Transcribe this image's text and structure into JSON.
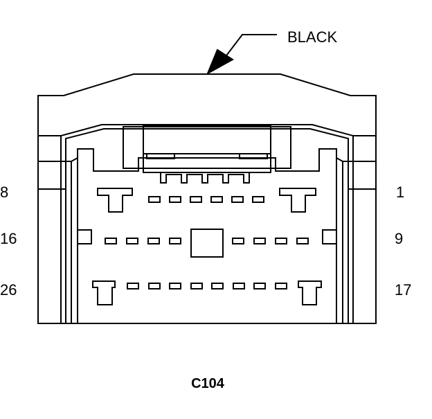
{
  "connector": {
    "id": "C104",
    "color_label": "BLACK",
    "pin_labels": {
      "row1_left": "8",
      "row1_right": "1",
      "row2_left": "16",
      "row2_right": "9",
      "row3_left": "26",
      "row3_right": "17"
    }
  },
  "colors": {
    "line": "#000000",
    "background": "#ffffff"
  }
}
